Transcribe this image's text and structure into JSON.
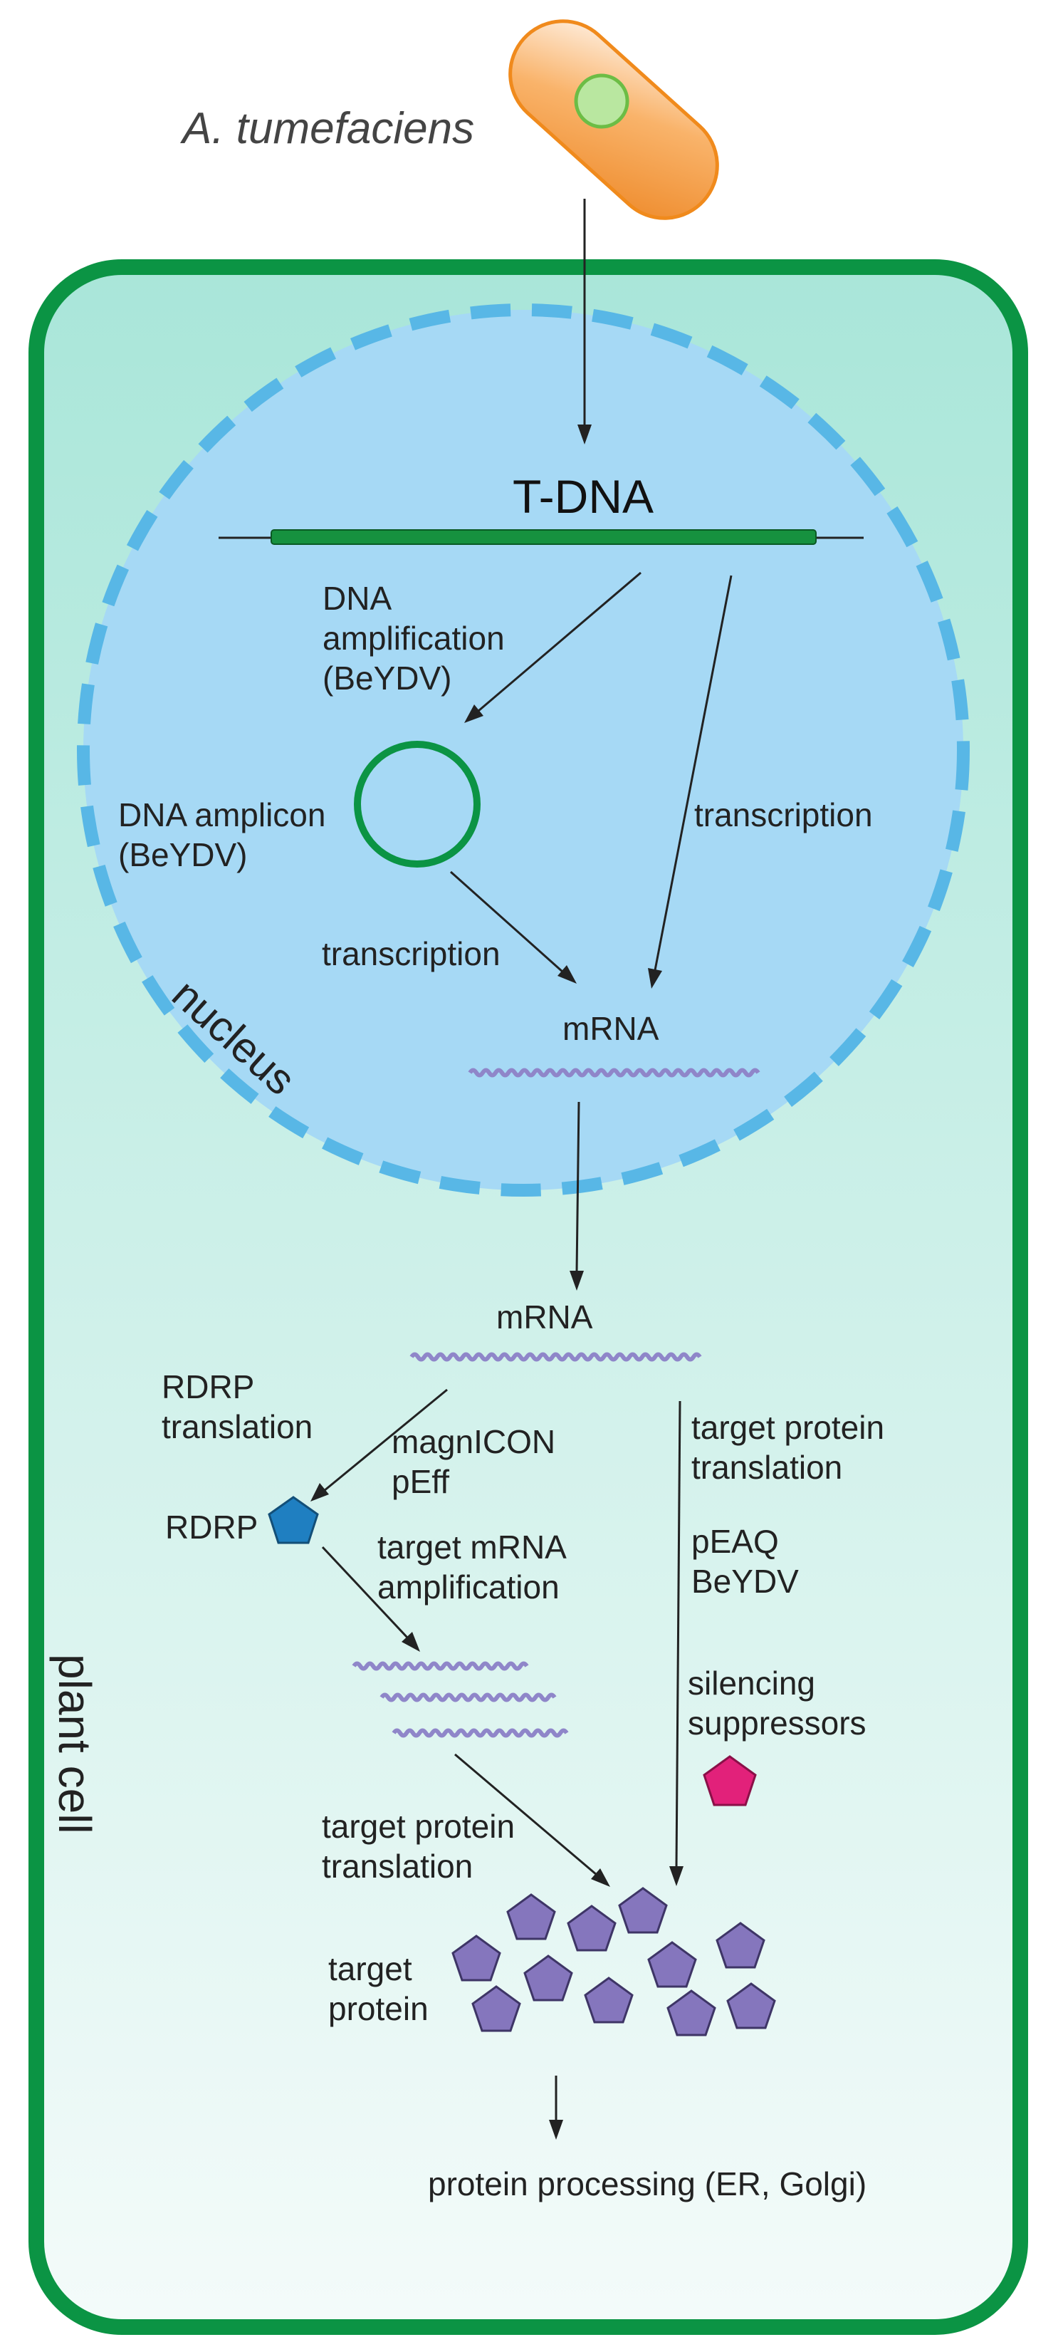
{
  "labels": {
    "organism": "A. tumefaciens",
    "tdna": "T-DNA",
    "dna_amp_1": "DNA",
    "dna_amp_2": "amplification",
    "dna_amp_3": "(BeYDV)",
    "amplicon_1": "DNA amplicon",
    "amplicon_2": "(BeYDV)",
    "transcription_left": "transcription",
    "transcription_right": "transcription",
    "mrna_nucleus": "mRNA",
    "nucleus": "nucleus",
    "mrna_cytoplasm": "mRNA",
    "rdrp_translation_1": "RDRP",
    "rdrp_translation_2": "translation",
    "magnicon_1": "magnICON",
    "magnicon_2": "pEff",
    "rdrp": "RDRP",
    "target_mrna_amp_1": "target mRNA",
    "target_mrna_amp_2": "amplification",
    "target_translation_r1": "target protein",
    "target_translation_r2": "translation",
    "peaq_1": "pEAQ",
    "peaq_2": "BeYDV",
    "silencing_1": "silencing",
    "silencing_2": "suppressors",
    "target_translation_l1": "target protein",
    "target_translation_l2": "translation",
    "target_protein_1": "target",
    "target_protein_2": "protein",
    "processing": "protein processing (ER, Golgi)",
    "plant_cell": "plant cell"
  },
  "colors": {
    "cell_border": "#0b9444",
    "cell_fill_top": "#a9e6d9",
    "cell_fill_bottom": "#f4fbfa",
    "nucleus_fill": "#a6d9f5",
    "nucleus_border": "#58b7e6",
    "bacterium_fill": "#f7a74a",
    "bacterium_border": "#f08a1c",
    "tdna_bar": "#16913f",
    "mrna": "#8f86c9",
    "rdrp": "#1f7fc1",
    "suppressor": "#e2217a",
    "target_protein": "#8576bd"
  },
  "icons": {
    "bacterium": "rod-bacterium-icon",
    "plasmid": "plasmid-ring-icon",
    "rdrp": "pentagon-icon",
    "protein": "pentagon-icon"
  }
}
